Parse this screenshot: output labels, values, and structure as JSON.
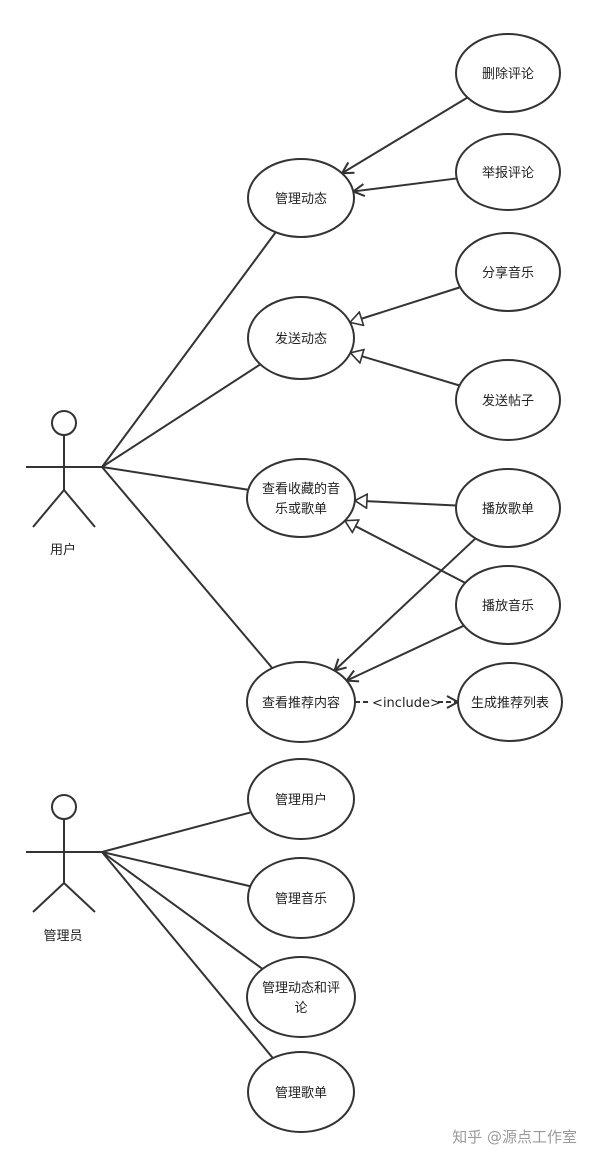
{
  "actors": [
    {
      "id": "user",
      "label": "用户"
    },
    {
      "id": "admin",
      "label": "管理员"
    }
  ],
  "use_cases": [
    {
      "id": "manage-posts",
      "lines": [
        "管理动态"
      ]
    },
    {
      "id": "send-post",
      "lines": [
        "发送动态"
      ]
    },
    {
      "id": "view-favorites",
      "lines": [
        "查看收藏的音",
        "乐或歌单"
      ]
    },
    {
      "id": "view-recommendations",
      "lines": [
        "查看推荐内容"
      ]
    },
    {
      "id": "delete-comment",
      "lines": [
        "删除评论"
      ]
    },
    {
      "id": "report-comment",
      "lines": [
        "举报评论"
      ]
    },
    {
      "id": "share-music",
      "lines": [
        "分享音乐"
      ]
    },
    {
      "id": "send-thread",
      "lines": [
        "发送帖子"
      ]
    },
    {
      "id": "play-playlist",
      "lines": [
        "播放歌单"
      ]
    },
    {
      "id": "play-music",
      "lines": [
        "播放音乐"
      ]
    },
    {
      "id": "generate-recommendation-list",
      "lines": [
        "生成推荐列表"
      ]
    },
    {
      "id": "manage-users",
      "lines": [
        "管理用户"
      ]
    },
    {
      "id": "manage-music",
      "lines": [
        "管理音乐"
      ]
    },
    {
      "id": "manage-posts-comments",
      "lines": [
        "管理动态和评",
        "论"
      ]
    },
    {
      "id": "manage-playlists",
      "lines": [
        "管理歌单"
      ]
    }
  ],
  "associations": [
    {
      "from": "user",
      "to": "manage-posts"
    },
    {
      "from": "user",
      "to": "send-post"
    },
    {
      "from": "user",
      "to": "view-favorites"
    },
    {
      "from": "user",
      "to": "view-recommendations"
    },
    {
      "from": "admin",
      "to": "manage-users"
    },
    {
      "from": "admin",
      "to": "manage-music"
    },
    {
      "from": "admin",
      "to": "manage-posts-comments"
    },
    {
      "from": "admin",
      "to": "manage-playlists"
    }
  ],
  "extends": [
    {
      "from": "delete-comment",
      "to": "manage-posts"
    },
    {
      "from": "report-comment",
      "to": "manage-posts"
    },
    {
      "from": "play-playlist",
      "to": "view-recommendations"
    },
    {
      "from": "play-music",
      "to": "view-recommendations"
    }
  ],
  "generalizations": [
    {
      "from": "share-music",
      "to": "send-post"
    },
    {
      "from": "send-thread",
      "to": "send-post"
    },
    {
      "from": "play-playlist",
      "to": "view-favorites"
    },
    {
      "from": "play-music",
      "to": "view-favorites"
    }
  ],
  "includes": [
    {
      "from": "view-recommendations",
      "to": "generate-recommendation-list",
      "label": "<include>"
    }
  ],
  "watermark": "知乎 @源点工作室",
  "colors": {
    "stroke": "#333333",
    "text": "#222222",
    "watermark": "#9a9a9a"
  }
}
